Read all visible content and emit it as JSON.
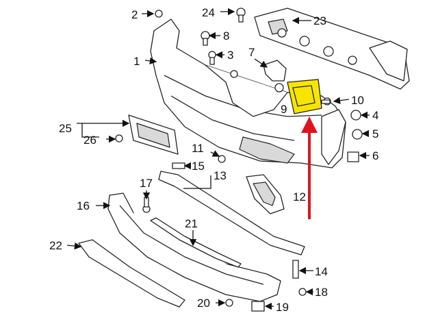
{
  "callouts": {
    "c1": "1",
    "c2": "2",
    "c3": "3",
    "c4": "4",
    "c5": "5",
    "c6": "6",
    "c7": "7",
    "c8": "8",
    "c9": "9",
    "c10": "10",
    "c11": "11",
    "c12": "12",
    "c13": "13",
    "c14": "14",
    "c15": "15",
    "c16": "16",
    "c17": "17",
    "c18": "18",
    "c19": "19",
    "c20": "20",
    "c21": "21",
    "c22": "22",
    "c23": "23",
    "c24": "24",
    "c25": "25",
    "c26": "26"
  },
  "colors": {
    "highlight_fill": "#f7e500",
    "highlight_arrow": "#e0141b",
    "line": "#222222"
  }
}
